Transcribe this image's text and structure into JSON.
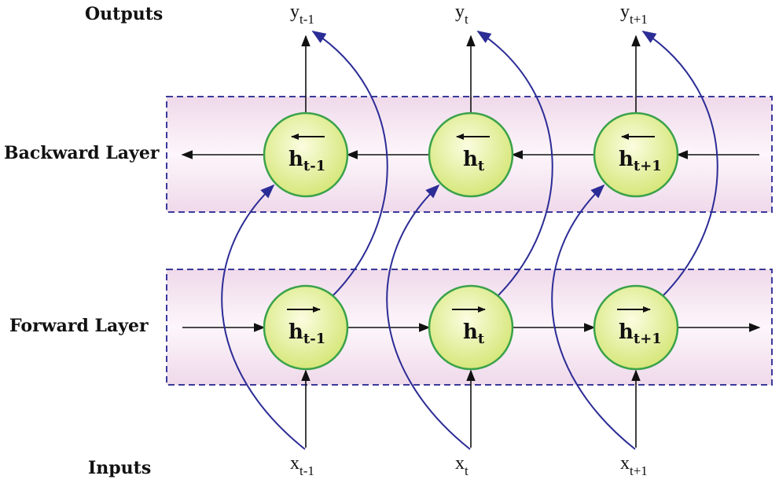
{
  "row_labels": {
    "outputs": "Outputs",
    "backward": "Backward Layer",
    "forward": "Forward Layer",
    "inputs": "Inputs"
  },
  "outputs": [
    {
      "base": "y",
      "sub": "t-1"
    },
    {
      "base": "y",
      "sub": "t"
    },
    {
      "base": "y",
      "sub": "t+1"
    }
  ],
  "inputs": [
    {
      "base": "x",
      "sub": "t-1"
    },
    {
      "base": "x",
      "sub": "t"
    },
    {
      "base": "x",
      "sub": "t+1"
    }
  ],
  "backward_nodes": [
    {
      "base": "h",
      "sub": "t-1",
      "direction": "left-arrow"
    },
    {
      "base": "h",
      "sub": "t",
      "direction": "left-arrow"
    },
    {
      "base": "h",
      "sub": "t+1",
      "direction": "left-arrow"
    }
  ],
  "forward_nodes": [
    {
      "base": "h",
      "sub": "t-1",
      "direction": "right-arrow"
    },
    {
      "base": "h",
      "sub": "t",
      "direction": "right-arrow"
    },
    {
      "base": "h",
      "sub": "t+1",
      "direction": "right-arrow"
    }
  ],
  "colors": {
    "layer_fill": "#f6e6f3",
    "layer_border": "#3a3a9a",
    "node_fill": "#e8f09a",
    "node_border": "#3aa24a",
    "skip_arrow": "#2c2c96",
    "arrow": "#111111"
  }
}
